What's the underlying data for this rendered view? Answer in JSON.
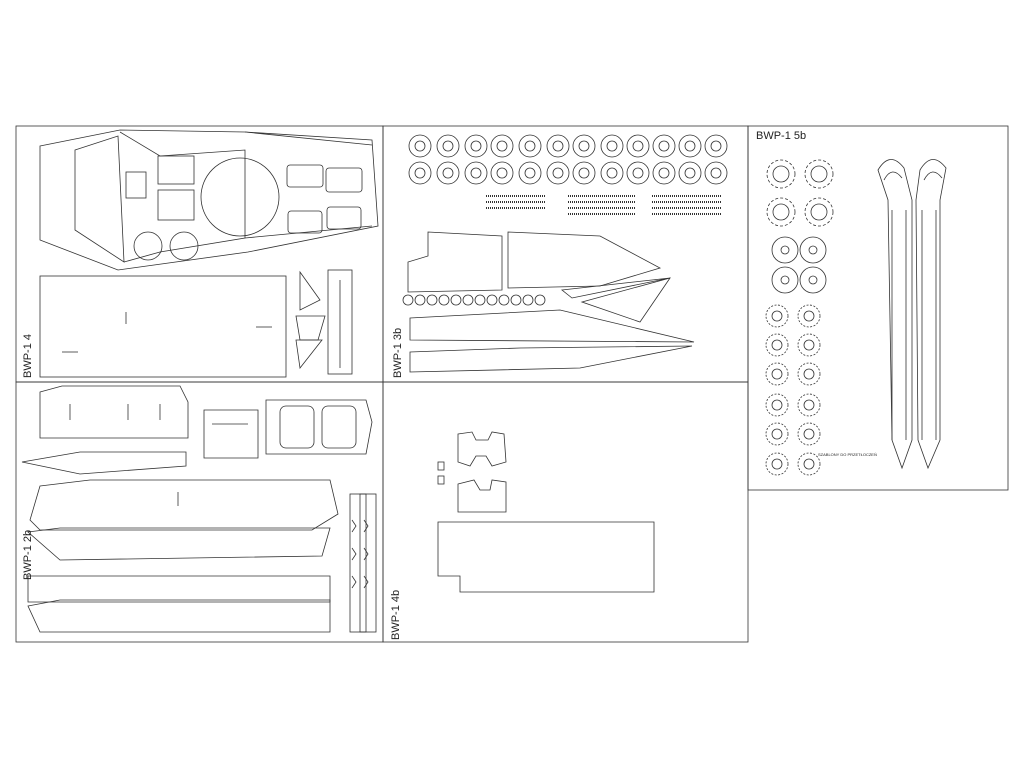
{
  "title_label": "BWP-1",
  "sheets": [
    {
      "id": "hull-top",
      "label": "BWP-1",
      "number": "4"
    },
    {
      "id": "wheels-sheet",
      "label": "BWP-1",
      "number": "3b"
    },
    {
      "id": "templates",
      "label": "BWP-1",
      "number": "5b"
    },
    {
      "id": "hull-sides",
      "label": "BWP-1",
      "number": "2b"
    },
    {
      "id": "hatch-sheet",
      "label": "BWP-1",
      "number": "4b"
    }
  ],
  "template_caption": "SZABLONY DO PRZETŁOCZEŃ",
  "colors": {
    "line": "#333333",
    "background": "#ffffff"
  }
}
